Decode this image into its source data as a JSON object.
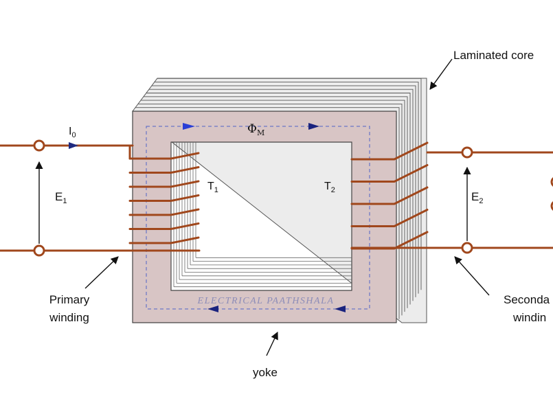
{
  "labels": {
    "laminated_core": "Laminated core",
    "current": "I",
    "current_sub": "0",
    "flux": "Φ",
    "flux_sub": "M",
    "t1": "T",
    "t1_sub": "1",
    "t2": "T",
    "t2_sub": "2",
    "e1": "E",
    "e1_sub": "1",
    "e2": "E",
    "e2_sub": "2",
    "primary_line1": "Primary",
    "primary_line2": "winding",
    "secondary_line1": "Seconda",
    "secondary_line2": "windin",
    "yoke": "yoke",
    "watermark": "ELECTRICAL PAATHSHALA"
  },
  "colors": {
    "wire": "#a0471c",
    "core_face": "#d8c5c5",
    "lamination_line": "#555555",
    "flux_path": "#4f63c8",
    "flux_arrow": "#2a3fd6",
    "watermark": "#8d8db8"
  },
  "icons": {
    "terminal": "open-circle-terminal",
    "pointer": "filled-arrow"
  }
}
